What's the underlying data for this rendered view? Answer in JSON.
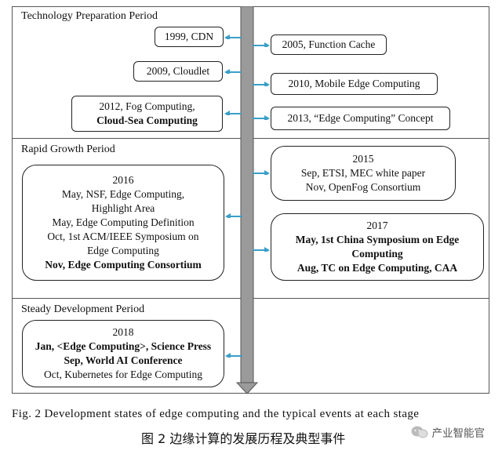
{
  "periods": {
    "tech": "Technology Preparation Period",
    "rapid": "Rapid Growth Period",
    "steady": "Steady Development Period"
  },
  "events": {
    "e1999": "1999, CDN",
    "e2005": "2005, Function Cache",
    "e2009": "2009, Cloudlet",
    "e2010": "2010, Mobile Edge Computing",
    "e2012_line1": "2012, Fog Computing,",
    "e2012_line2": "Cloud-Sea Computing",
    "e2013": "2013, “Edge Computing” Concept",
    "e2015": [
      "2015",
      "Sep, ETSI, MEC white paper",
      "Nov, OpenFog Consortium"
    ],
    "e2016": [
      "2016",
      "May, NSF, Edge Computing,",
      "Highlight Area",
      "May, Edge Computing Definition",
      "Oct, 1st ACM/IEEE Symposium on",
      "Edge Computing",
      "Nov, Edge Computing Consortium"
    ],
    "e2017": [
      "2017",
      "May, 1st China Symposium on Edge",
      "Computing",
      "Aug, TC on Edge Computing, CAA"
    ],
    "e2018": [
      "2018",
      "Jan, <Edge Computing>, Science Press",
      "Sep, World AI Conference",
      "Oct, Kubernetes for Edge Computing"
    ]
  },
  "caption": {
    "en": "Fig. 2   Development states of edge computing and the typical events at each stage",
    "zh": "图 2   边缘计算的发展历程及典型事件"
  },
  "watermark": "产业智能官",
  "colors": {
    "arrow": "#3a9fc8",
    "timeline": "#9a9a9a",
    "border": "#222222"
  },
  "icons": {
    "watermark": "wechat-icon"
  }
}
